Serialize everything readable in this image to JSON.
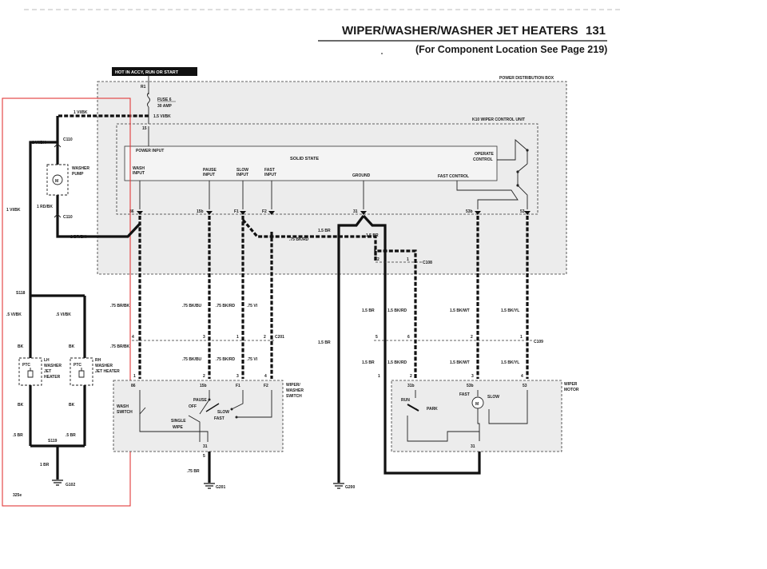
{
  "header": {
    "title": "WIPER/WASHER/WASHER JET HEATERS",
    "page_number": "131",
    "subtitle": "(For Component Location See Page 219)"
  },
  "supply": {
    "hot_label": "HOT IN ACCY, RUN OR START",
    "r1": "R1",
    "fuse_name": "FUSE 6",
    "fuse_rating": "30 AMP",
    "wire_after_fuse": "1.5 VI/BK",
    "power_box_label": "POWER DISTRIBUTION BOX"
  },
  "control_unit": {
    "label": "K10 WIPER CONTROL UNIT",
    "pin_15": "15",
    "power_input": "POWER INPUT",
    "solid_state": "SOLID STATE",
    "wash_input": [
      "WASH",
      "INPUT"
    ],
    "pause_input": [
      "PAUSE",
      "INPUT"
    ],
    "slow_input": [
      "SLOW",
      "INPUT"
    ],
    "fast_input": [
      "FAST",
      "INPUT"
    ],
    "ground": "GROUND",
    "operate_control": [
      "OPERATE",
      "CONTROL"
    ],
    "fast_control": "FAST CONTROL",
    "pins": [
      "86",
      "15b",
      "F1",
      "F2",
      "31",
      "53b",
      "53"
    ]
  },
  "washer_side": {
    "wire_top": "1 VI/BK",
    "wire_left": "1 VI/BK",
    "wire_outer": "1 VI/BK",
    "c110_top": "C110",
    "c110_bottom": "C110",
    "pump_label": [
      "WASHER",
      "PUMP"
    ],
    "pump_symbol": "M",
    "wire_rd_bk": "1 RD/BK",
    "wire_br_bk": "1 BR/BK",
    "s118": "S118",
    "wire_lh_top": ".5 VI/BK",
    "wire_rh_top": ".5 VI/BK",
    "bk_lh": "BK",
    "bk_rh": "BK",
    "bk_lh_bottom": "BK",
    "bk_rh_bottom": "BK",
    "ptc": "PTC",
    "lh_heater": [
      "LH",
      "WASHER",
      "JET",
      "HEATER"
    ],
    "rh_heater": [
      "RH",
      "WASHER",
      "JET HEATER"
    ],
    "wire_lh_bottom": ".5 BR",
    "wire_rh_bottom": ".5 BR",
    "s119": "S119",
    "wire_ground": "1 BR",
    "ground_id": "G102",
    "figure_code": "325e"
  },
  "switch_side": {
    "wire_86": ".75 BR/BK",
    "wire_86_lower": ".75 BR/BK",
    "wire_15b": ".75 BK/BU",
    "wire_15b_lower": ".75 BK/BU",
    "wire_f1": ".75 BK/RD",
    "wire_f1_lower": ".75 BK/RD",
    "wire_f2": ".75 VI",
    "wire_f2_lower": ".75 VI",
    "wire_cross": ".75 BK/RD",
    "c201": "C201",
    "c201_pins": [
      "4",
      "3",
      "1",
      "2"
    ],
    "c201_pins_lower": [
      "1",
      "2",
      "3",
      "4"
    ],
    "switch_label": [
      "WIPER/",
      "WASHER",
      "SWITCH"
    ],
    "switch_pins": [
      "86",
      "15b",
      "F1",
      "F2"
    ],
    "wash_switch": [
      "WASH",
      "SWITCH"
    ],
    "pause": "PAUSE",
    "off": "OFF",
    "slow": "SLOW",
    "fast": "FAST",
    "single_wipe": [
      "SINGLE",
      "WIPE"
    ],
    "pin_31": "31",
    "pin_5": "5",
    "wire_ground": ".75 BR",
    "ground_id": "G201"
  },
  "motor_side": {
    "wire_ground_1": "1.5 BR",
    "wire_ground_2": "1.5 BR",
    "wire_ground_3": "1.5 BR",
    "wire_ground_4": "1.5 BR",
    "wire_ground_5": "1.5 BR",
    "c108": "C108",
    "c108_pins": [
      "2",
      "1"
    ],
    "wire_bk_rd": "1.5 BK/RD",
    "wire_bk_rd_lower": "1.5 BK/RD",
    "wire_bk_wt": "1.5 BK/WT",
    "wire_bk_wt_lower": "1.5 BK/WT",
    "wire_bk_yl": "1.5 BK/YL",
    "wire_bk_yl_lower": "1.5 BK/YL",
    "c109": "C109",
    "c109_pins": [
      "5",
      "6",
      "2",
      "1"
    ],
    "c109_pins_lower": [
      "1",
      "2",
      "3",
      "4"
    ],
    "motor_label": [
      "WIPER",
      "MOTOR"
    ],
    "motor_pins": [
      "31b",
      "53b",
      "53",
      "31"
    ],
    "run": "RUN",
    "park": "PARK",
    "fast": "FAST",
    "slow": "SLOW",
    "motor_symbol": "M",
    "ground_id": "G200"
  }
}
